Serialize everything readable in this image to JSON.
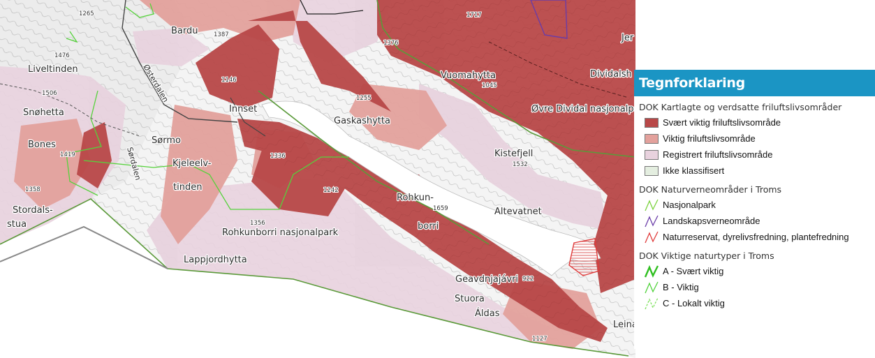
{
  "map": {
    "places": [
      {
        "key": "bardu",
        "label": "Bardu"
      },
      {
        "key": "livelttinden",
        "label": "Liveltinden"
      },
      {
        "key": "snohetta",
        "label": "Snøhetta"
      },
      {
        "key": "bones",
        "label": "Bones"
      },
      {
        "key": "osterdalen",
        "label": "Østerdalen"
      },
      {
        "key": "innset",
        "label": "Innset"
      },
      {
        "key": "sormo",
        "label": "Sørmo"
      },
      {
        "key": "sordalen",
        "label": "Sørdalen"
      },
      {
        "key": "kjeleelv",
        "label": "Kjeleelv-"
      },
      {
        "key": "tinden",
        "label": "tinden"
      },
      {
        "key": "stordals",
        "label": "Stordals-"
      },
      {
        "key": "stua",
        "label": "stua"
      },
      {
        "key": "rohkunborri_np",
        "label": "Rohkunborri nasjonalpark"
      },
      {
        "key": "lappjordhytta",
        "label": "Lappjordhytta"
      },
      {
        "key": "gaskashytta",
        "label": "Gaskashytta"
      },
      {
        "key": "vuomahytta",
        "label": "Vuomahytta"
      },
      {
        "key": "ovre_dividal",
        "label": "Øvre Dividal nasjonalpar"
      },
      {
        "key": "dividalsh",
        "label": "Dividalsh"
      },
      {
        "key": "kistefjell",
        "label": "Kistefjell"
      },
      {
        "key": "altevatnet",
        "label": "Altevatnet"
      },
      {
        "key": "rohkun",
        "label": "Rohkun-"
      },
      {
        "key": "borri",
        "label": "borri"
      },
      {
        "key": "geavdnjajavri",
        "label": "Geavdnjajávri"
      },
      {
        "key": "stuora",
        "label": "Stuora"
      },
      {
        "key": "aldas",
        "label": "Áldas"
      },
      {
        "key": "leina",
        "label": "Leinay"
      },
      {
        "key": "jer",
        "label": "Jer"
      }
    ],
    "elevations": [
      "1265",
      "1387",
      "1476",
      "1506",
      "1419",
      "1358",
      "1146",
      "1336",
      "1242",
      "1356",
      "1255",
      "1045",
      "1717",
      "1376",
      "1532",
      "1659",
      "922",
      "1127"
    ]
  },
  "legend": {
    "title": "Tegnforklaring",
    "groups": [
      {
        "title": "DOK Kartlagte og verdsatte friluftslivsområder",
        "items": [
          {
            "label": "Svært viktig friluftslivsområde",
            "color": "#b84848"
          },
          {
            "label": "Viktig friluftslivsområde",
            "color": "#e3a19c"
          },
          {
            "label": "Registrert friluftslivsområde",
            "color": "#e8d2de"
          },
          {
            "label": "Ikke klassifisert",
            "color": "#e4eee0"
          }
        ]
      },
      {
        "title": "DOK Naturverneområder i Troms",
        "items": [
          {
            "label": "Nasjonalpark",
            "color": "#7ad23c"
          },
          {
            "label": "Landskapsverneområde",
            "color": "#6a3ca8"
          },
          {
            "label": "Naturreservat, dyrelivsfredning, plantefredning",
            "color": "#e03a3a"
          }
        ]
      },
      {
        "title": "DOK Viktige naturtyper i Troms",
        "items": [
          {
            "label": "A - Svært viktig",
            "color": "#2fbf20"
          },
          {
            "label": "B - Viktig",
            "color": "#4fd23a"
          },
          {
            "label": "C - Lokalt viktig",
            "color": "#7de05c"
          }
        ]
      }
    ]
  }
}
